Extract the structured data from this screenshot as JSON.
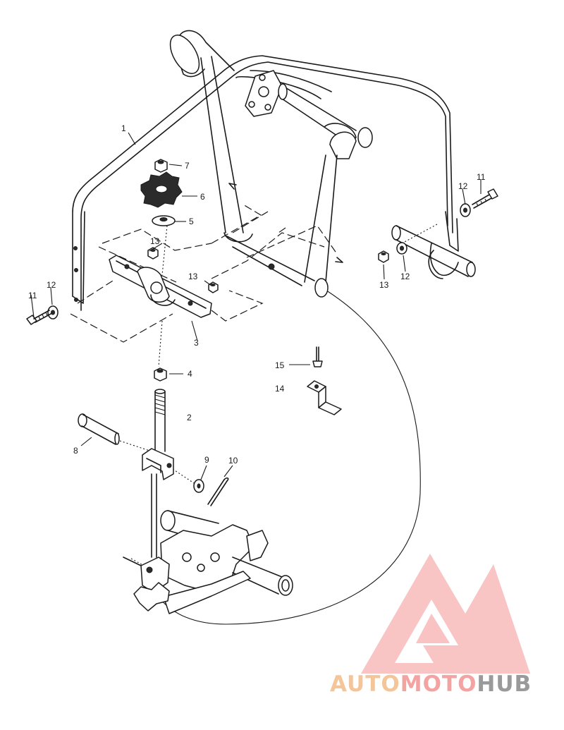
{
  "callouts": [
    {
      "id": "c1",
      "label": "1"
    },
    {
      "id": "c2",
      "label": "2"
    },
    {
      "id": "c3",
      "label": "3"
    },
    {
      "id": "c4",
      "label": "4"
    },
    {
      "id": "c5",
      "label": "5"
    },
    {
      "id": "c6",
      "label": "6"
    },
    {
      "id": "c7",
      "label": "7"
    },
    {
      "id": "c8",
      "label": "8"
    },
    {
      "id": "c9",
      "label": "9"
    },
    {
      "id": "c10",
      "label": "10"
    },
    {
      "id": "c11a",
      "label": "11"
    },
    {
      "id": "c11b",
      "label": "11"
    },
    {
      "id": "c12a",
      "label": "12"
    },
    {
      "id": "c12b",
      "label": "12"
    },
    {
      "id": "c13a",
      "label": "13"
    },
    {
      "id": "c13b",
      "label": "13"
    },
    {
      "id": "c13c",
      "label": "13"
    },
    {
      "id": "c14",
      "label": "14"
    },
    {
      "id": "c15",
      "label": "15"
    }
  ],
  "watermark": {
    "part1": "AUTO",
    "part2": "MOTO",
    "part3": "HUB",
    "color_light": "#f5c59a",
    "color_accent": "#f4a3a3",
    "color_dark": "#9a9a9a",
    "triangle_color": "#f27f7f"
  }
}
